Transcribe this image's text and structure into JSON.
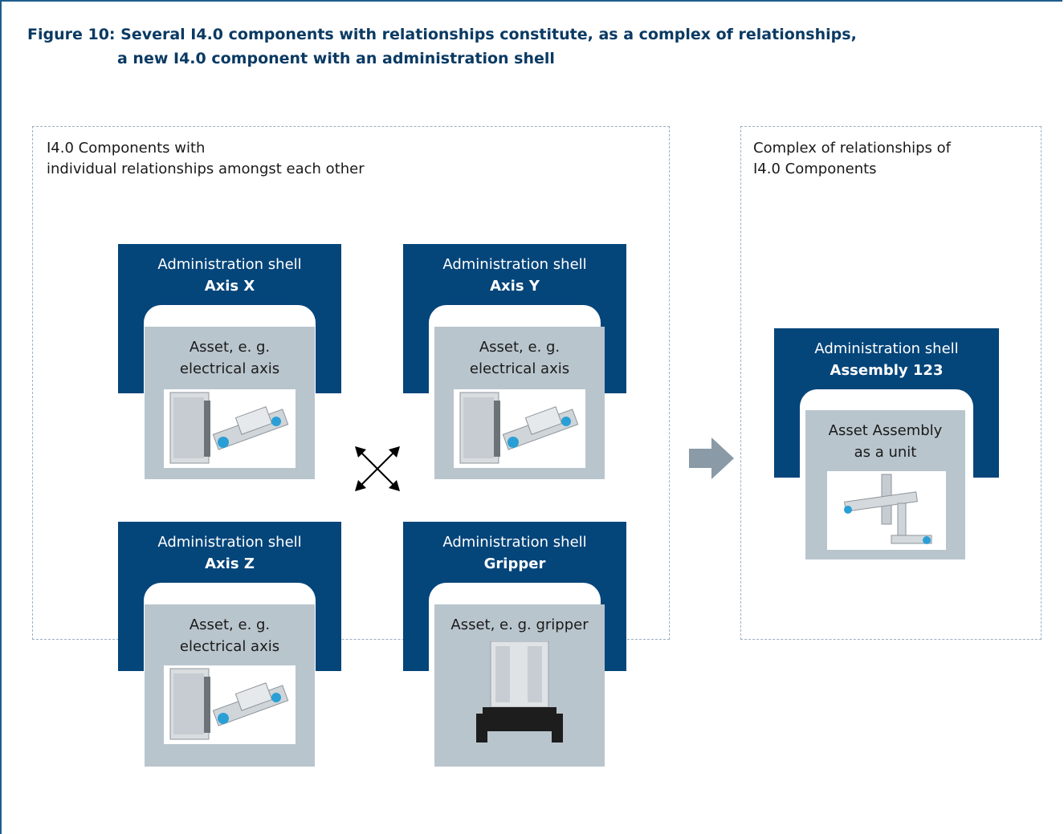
{
  "figure": {
    "title_line1": "Figure 10: Several I4.0 components with relationships constitute, as a complex of relationships,",
    "title_line2": "a new I4.0 component with an administration shell"
  },
  "left_group": {
    "label_line1": "I4.0 Components with",
    "label_line2": "individual relationships amongst each other"
  },
  "right_group": {
    "label_line1": "Complex of relationships of",
    "label_line2": "I4.0 Components"
  },
  "components": [
    {
      "shell_title": "Administration shell",
      "shell_name": "Axis X",
      "asset_line1": "Asset, e. g.",
      "asset_line2": "electrical axis",
      "image": "electrical-axis-image"
    },
    {
      "shell_title": "Administration shell",
      "shell_name": "Axis Y",
      "asset_line1": "Asset, e. g.",
      "asset_line2": "electrical axis",
      "image": "electrical-axis-image"
    },
    {
      "shell_title": "Administration shell",
      "shell_name": "Axis Z",
      "asset_line1": "Asset, e. g.",
      "asset_line2": "electrical axis",
      "image": "electrical-axis-image"
    },
    {
      "shell_title": "Administration shell",
      "shell_name": "Gripper",
      "asset_line1": "Asset, e. g. gripper",
      "asset_line2": "",
      "image": "gripper-image"
    }
  ],
  "assembly": {
    "shell_title": "Administration shell",
    "shell_name": "Assembly 123",
    "asset_line1": "Asset Assembly",
    "asset_line2": "as a unit",
    "image": "assembly-image"
  },
  "icons": {
    "relationship": "four-way-arrow-icon",
    "transition": "right-arrow-icon"
  },
  "colors": {
    "shell": "#04457a",
    "asset": "#b9c5cd",
    "dashed_border": "#9ab0c6",
    "arrow": "#8a9aa6",
    "title": "#0a3a63"
  }
}
